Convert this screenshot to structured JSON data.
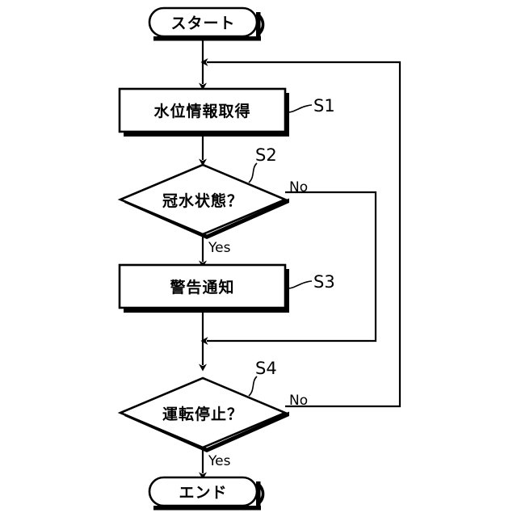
{
  "diagram": {
    "title": "",
    "background_color": "#ffffff",
    "line_color": "#000000",
    "shape_fill": "#ffffff",
    "nodes": {
      "start": {
        "label": "スタート",
        "shape": "terminal",
        "step": ""
      },
      "s1": {
        "label": "水位情報取得",
        "shape": "process",
        "step": "S1"
      },
      "s2": {
        "label": "冠水状態？",
        "shape": "decision",
        "step": "S2"
      },
      "s3": {
        "label": "警告通知",
        "shape": "process",
        "step": "S3"
      },
      "s4": {
        "label": "運転停止？",
        "shape": "decision",
        "step": "S4"
      },
      "end": {
        "label": "エンド",
        "shape": "terminal",
        "step": ""
      }
    },
    "edge_labels": {
      "s2_no": "No",
      "s2_yes": "Yes",
      "s4_no": "No",
      "s4_yes": "Yes"
    }
  }
}
